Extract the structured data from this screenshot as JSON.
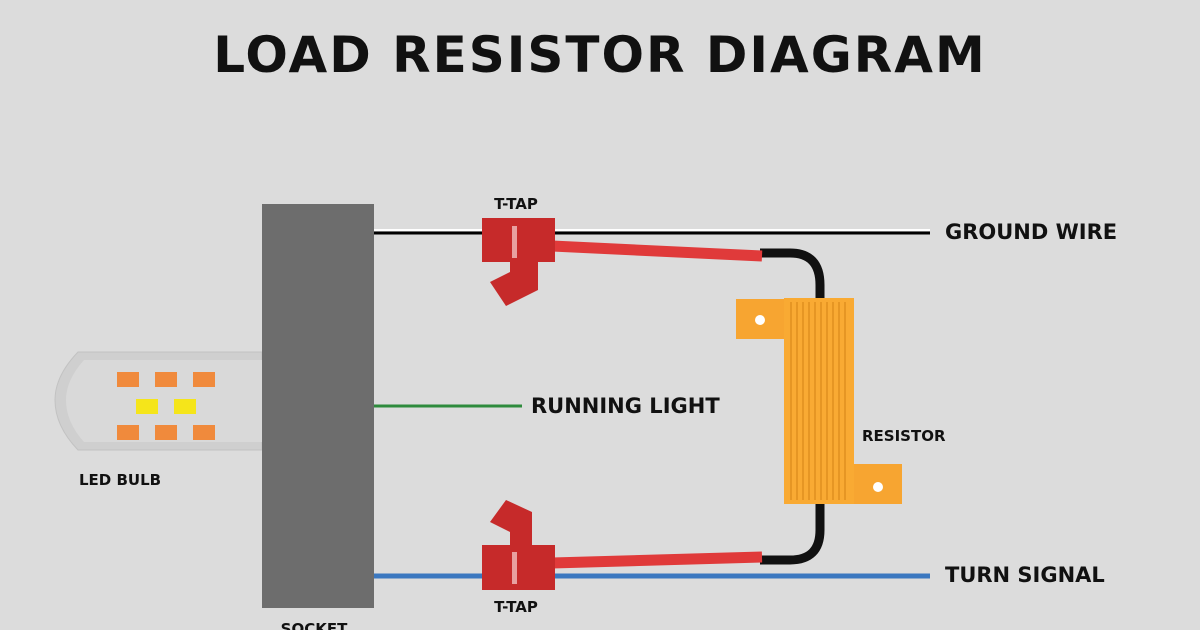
{
  "title": "LOAD RESISTOR DIAGRAM",
  "labels": {
    "t_tap_top": "T-TAP",
    "t_tap_bottom": "T-TAP",
    "ground_wire": "GROUND WIRE",
    "running_light": "RUNNING LIGHT",
    "turn_signal": "TURN SIGNAL",
    "resistor": "RESISTOR",
    "led_bulb": "LED BULB",
    "socket": "SOCKET"
  },
  "colors": {
    "background": "#dcdcdc",
    "socket": "#6d6d6d",
    "ground_wire": "#000000",
    "running_light_wire": "#2e8b3d",
    "turn_signal_wire": "#3b78c0",
    "t_tap": "#c62a2a",
    "resistor_lead": "#e03a3a",
    "resistor_body": "#f7a531",
    "led_orange": "#f08a3c",
    "led_yellow": "#f5e51a"
  }
}
